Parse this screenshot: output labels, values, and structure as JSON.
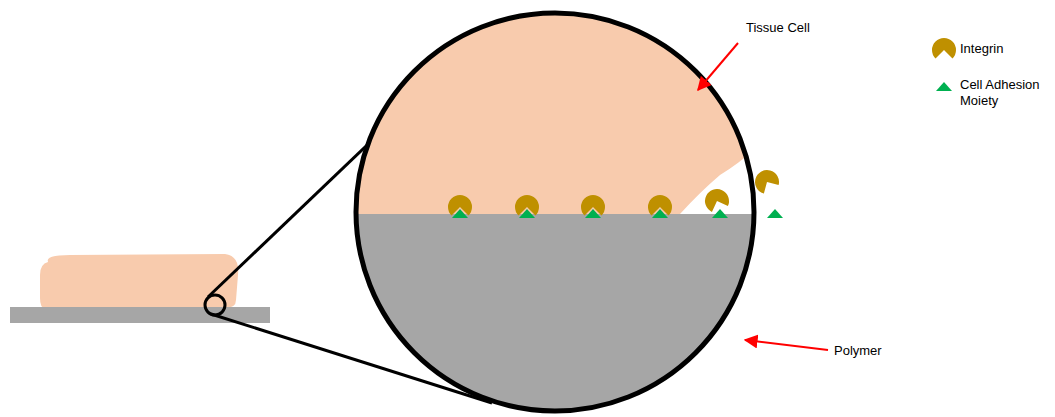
{
  "diagram": {
    "labels": [
      "Tissue Cell",
      "Polymer"
    ],
    "legend": [
      {
        "text": "Integrin"
      },
      {
        "text": "Cell Adhesion Moiety"
      }
    ]
  }
}
